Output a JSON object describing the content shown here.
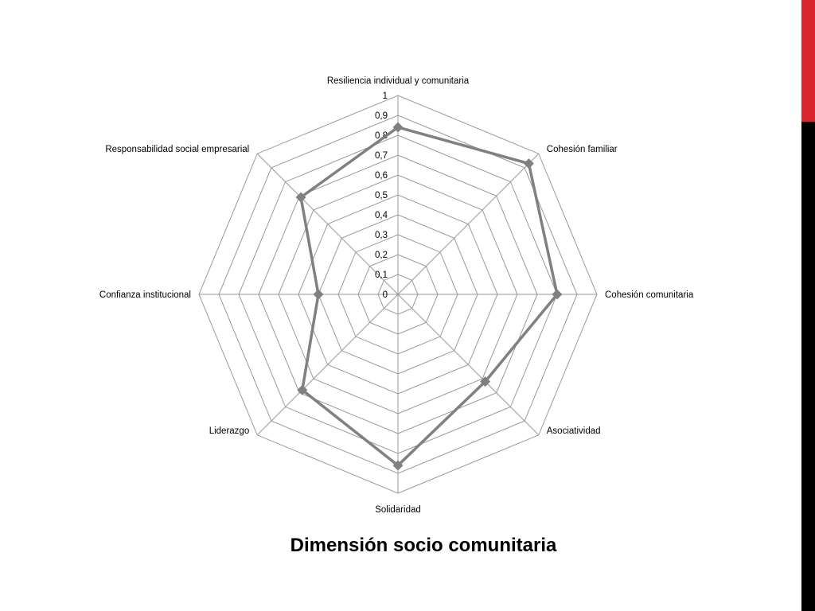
{
  "colors": {
    "background": "#ffffff",
    "grid": "#9a9a9a",
    "series": "#808080",
    "accent_red": "#d9262c",
    "accent_black": "#000000"
  },
  "chart_data": {
    "type": "radar",
    "title": "Dimensión socio comunitaria",
    "categories": [
      "Resiliencia individual y comunitaria",
      "Cohesión familiar",
      "Cohesión comunitaria",
      "Asociatividad",
      "Solidaridad",
      "Liderazgo",
      "Confianza institucional",
      "Responsabilidad social empresarial"
    ],
    "rlim": [
      0,
      1
    ],
    "ticks": [
      "0",
      "0,1",
      "0,2",
      "0,3",
      "0,4",
      "0,5",
      "0,6",
      "0,7",
      "0,8",
      "0,9",
      "1"
    ],
    "grid": true,
    "legend": "none",
    "series": [
      {
        "values": [
          0.84,
          0.93,
          0.8,
          0.62,
          0.86,
          0.68,
          0.4,
          0.69
        ]
      }
    ]
  }
}
